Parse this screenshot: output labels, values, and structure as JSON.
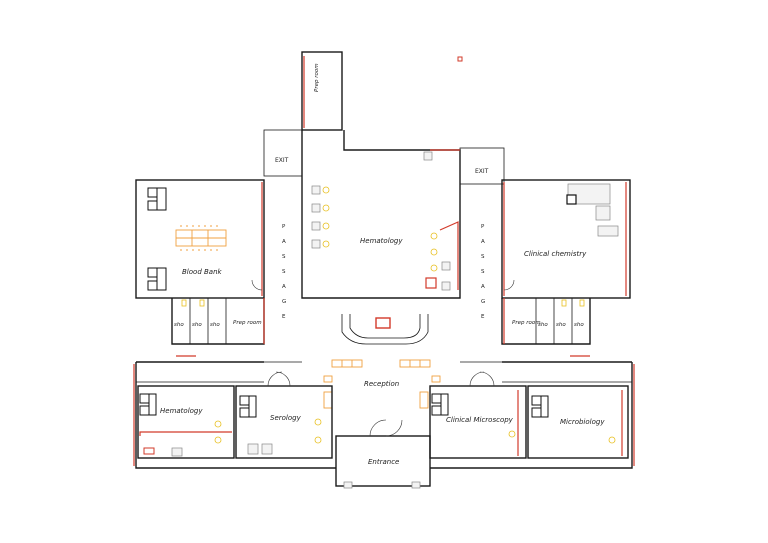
{
  "rooms": {
    "prep_top": "Prep room",
    "exit_left": "EXIT",
    "exit_right": "EXIT",
    "hematology_top": "Hematology",
    "blood_bank": "Blood Bank",
    "clinical_chemistry": "Clinical chemistry",
    "passage_left": [
      "P",
      "A",
      "S",
      "S",
      "A",
      "G",
      "E"
    ],
    "passage_right": [
      "P",
      "A",
      "S",
      "S",
      "A",
      "G",
      "E"
    ],
    "prep_left": "Prep room",
    "prep_right": "Prep room",
    "sho_left": [
      "sho",
      "sho",
      "sho"
    ],
    "sho_right": [
      "sho",
      "sho",
      "sho"
    ],
    "reception": "Reception",
    "hematology_bottom": "Hematology",
    "serology": "Serology",
    "clinical_microscopy": "Clinical Microscopy",
    "microbiology": "Microbiology",
    "entrance": "Entrance"
  },
  "colors": {
    "wall": "#1a1a1a",
    "accent_red": "#d23a2a",
    "furniture_orange": "#f0a040",
    "lamp_yellow": "#e8c020"
  }
}
